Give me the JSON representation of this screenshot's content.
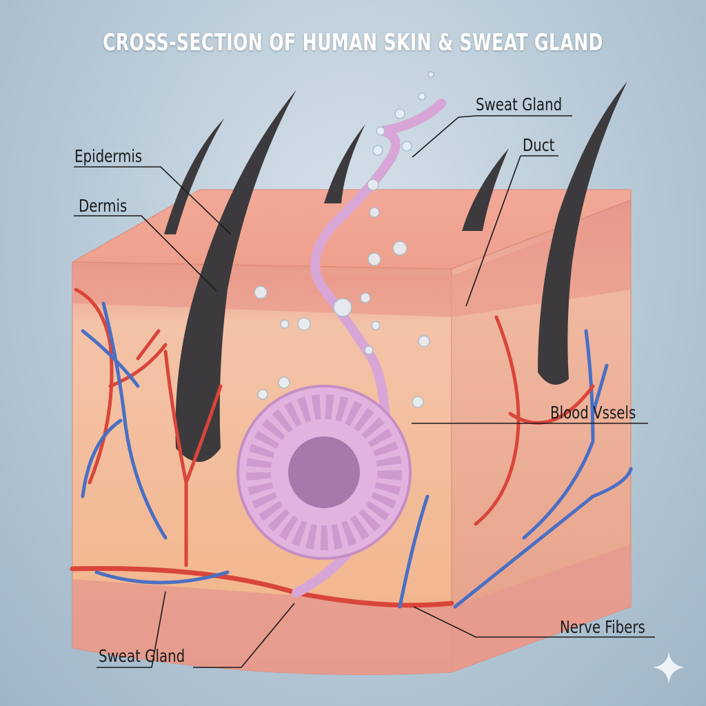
{
  "title": "CROSS-SECTION OF HUMAN SKIN & SWEAT GLAND",
  "labels": {
    "epidermis": "Epidermis",
    "dermis": "Dermis",
    "sweat_gland_top": "Sweat Gland",
    "duct": "Duct",
    "blood_vessels": "Blood Vssels",
    "nerve_fibers": "Nerve Fibers",
    "sweat_gland_bottom": "Sweat Gland"
  },
  "colors": {
    "artery": "#d9453a",
    "vein": "#4a6fc4",
    "gland": "#d8a6d6",
    "skin": "#f0a890"
  }
}
